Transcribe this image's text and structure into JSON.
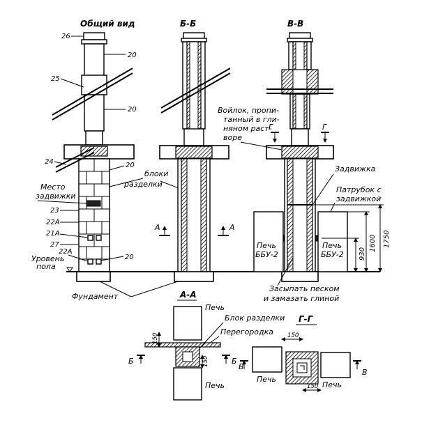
{
  "views": {
    "general": "Общий вид",
    "bb": "Б-Б",
    "vv": "В-В",
    "aa": "А-А",
    "gg": "Г-Г"
  },
  "callouts": {
    "n26": "26",
    "n25": "25",
    "n24": "24",
    "n23": "23",
    "n22a_top": "22А",
    "n21a": "21А",
    "n27": "27",
    "n22a_bot": "22А",
    "n20_a": "20",
    "n20_b": "20",
    "n20_c": "20",
    "n20_d": "20"
  },
  "labels": {
    "bloki_1": "блоки",
    "bloki_2": "разделки",
    "mesto_1": "Место",
    "mesto_2": "задвижки",
    "uroven_1": "Уровень",
    "uroven_2": "пола",
    "fundament": "Фундамент",
    "voilok_1": "Войлок, пропи-",
    "voilok_2": "танный в гли-",
    "voilok_3": "няном раст-",
    "voilok_4": "воре",
    "zadvizhka": "Задвижка",
    "patrubok_1": "Патрубок с",
    "patrubok_2": "задвижкой",
    "pech_bbu_l1": "Печь",
    "pech_bbu_l2": "ББУ-2",
    "pech_bbu_r1": "Печь",
    "pech_bbu_r2": "ББУ-2",
    "zasypat_1": "Засыпать песком",
    "zasypat_2": "и замазать глиной",
    "pech_aa_top": "Печь",
    "pech_aa_bot": "Печь",
    "blok_razdelki": "Блок разделки",
    "peregorodka": "Перегородка",
    "pech_gg_l": "Печь",
    "pech_gg_r": "Печь"
  },
  "section_marks": {
    "a_left": "А",
    "a_right": "А",
    "g_left": "Г",
    "g_right": "Г",
    "b_left": "Б",
    "b_right": "Б",
    "v_left": "В",
    "v_right": "В"
  },
  "dimensions": {
    "d1750": "1750",
    "d1600": "1600",
    "d930": "930",
    "d150_aa_top": "150",
    "d150_aa_side": "150",
    "d150_gg_top": "150",
    "d150_gg_bot": "150"
  }
}
